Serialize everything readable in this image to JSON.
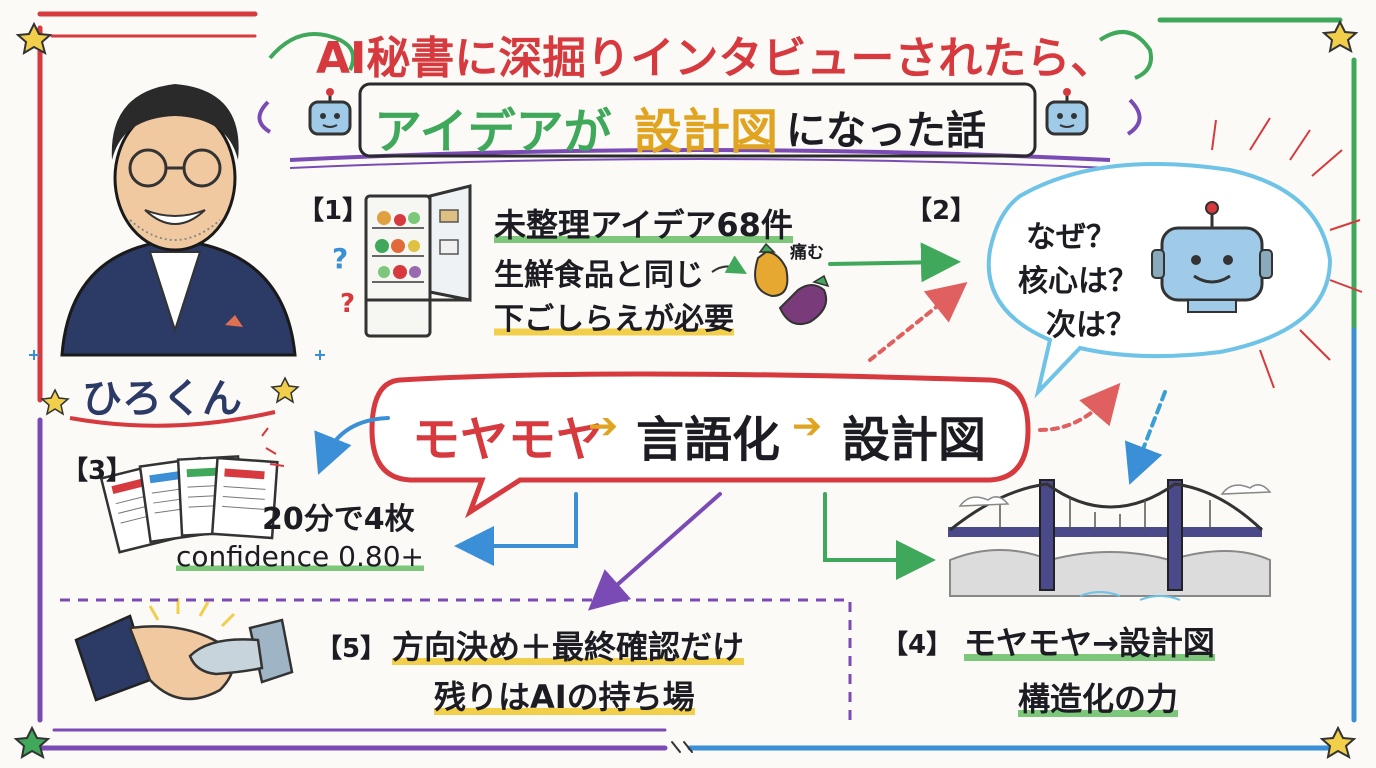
{
  "title": {
    "line1": "AI秘書に深掘りインタビューされたら、",
    "line2_a": "アイデアが",
    "line2_b": "設計図",
    "line2_c": "になった話"
  },
  "person": {
    "name": "ひろくん"
  },
  "section1": {
    "label": "【1】",
    "line1": "未整理アイデア68件",
    "line2": "生鮮食品と同じ",
    "line3": "下ごしらえが必要",
    "note": "痛む"
  },
  "section2": {
    "label": "【2】",
    "q1": "なぜ？",
    "q2": "核心は？",
    "q3": "次は？"
  },
  "section3": {
    "label": "【3】",
    "line1": "20分で4枚",
    "line2": "confidence 0.80+"
  },
  "center": {
    "part1": "モヤモヤ",
    "arrow1": "➔",
    "part2": "言語化",
    "arrow2": "➔",
    "part3": "設計図"
  },
  "section4": {
    "label": "【4】",
    "line1": "モヤモヤ→設計図",
    "line2": "構造化の力"
  },
  "section5": {
    "label": "【5】",
    "line1": "方向決め＋最終確認だけ",
    "line2": "残りはAIの持ち場"
  },
  "colors": {
    "red": "#d63a3f",
    "blue": "#3a8fd6",
    "green": "#3fa85a",
    "purple": "#7b4bb5",
    "yellow": "#f2cf4a",
    "navy": "#2c3a66"
  }
}
